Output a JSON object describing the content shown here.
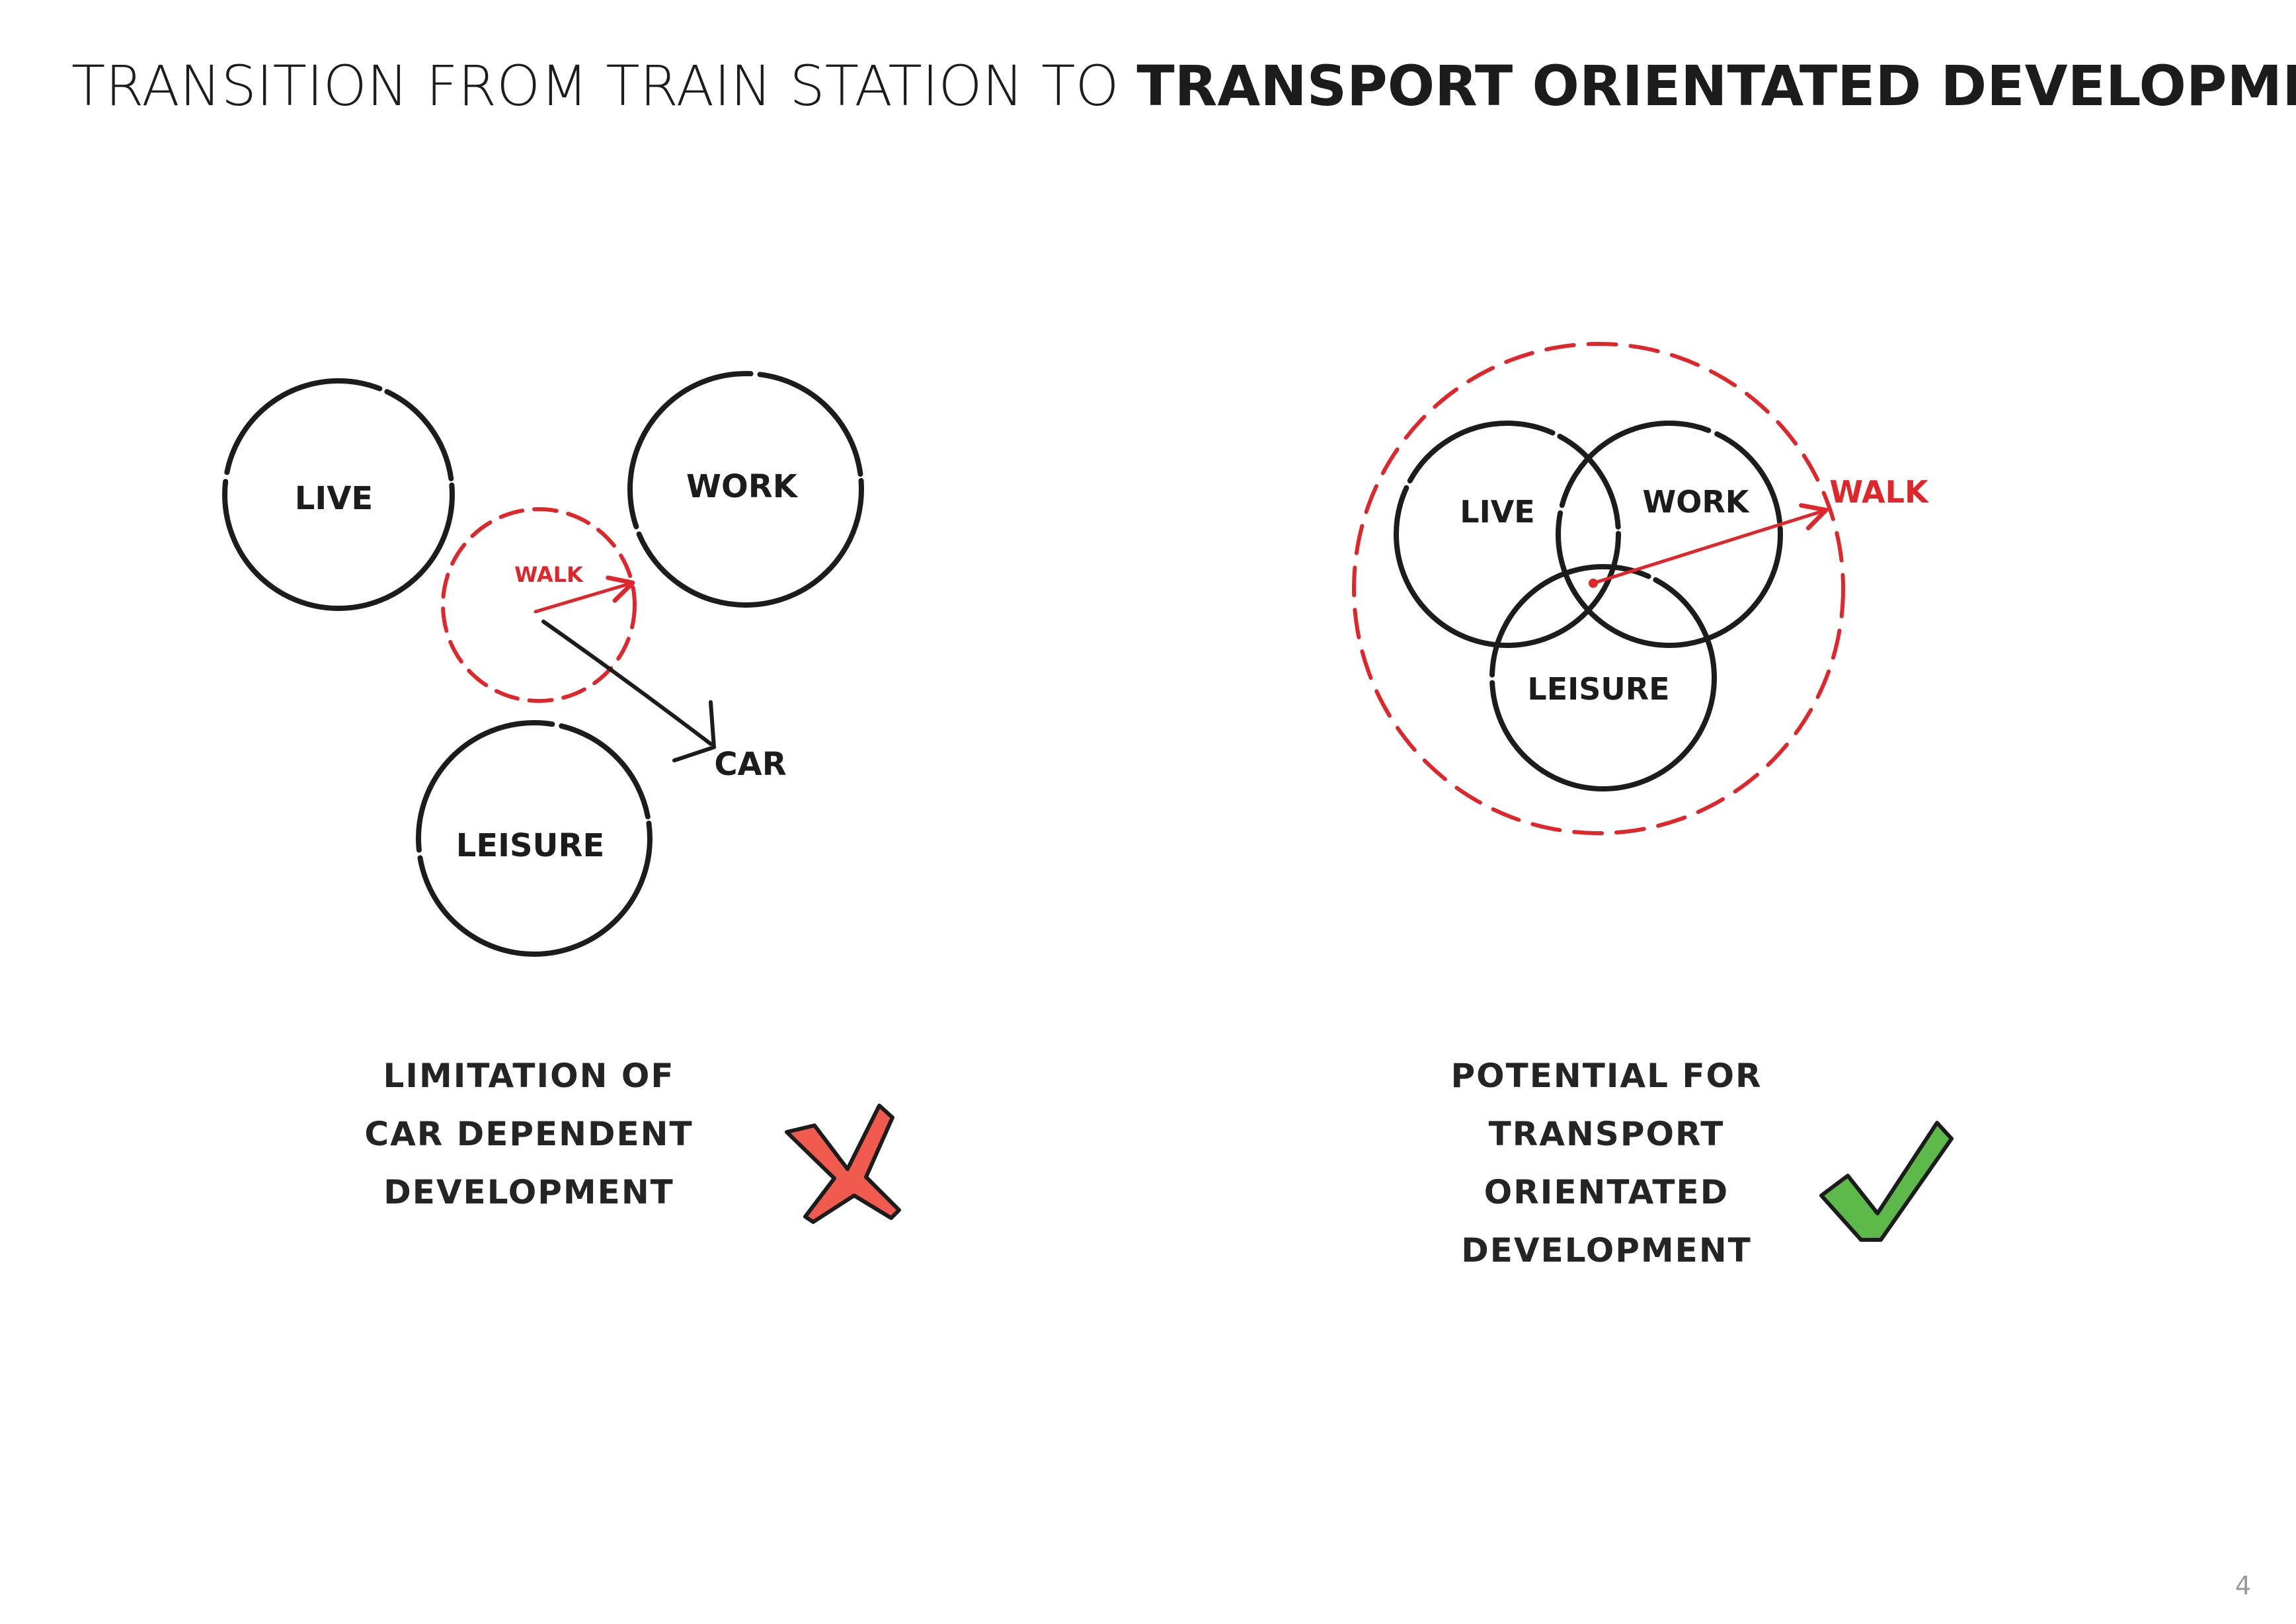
{
  "title": {
    "light": "TRANSITION FROM TRAIN STATION TO ",
    "bold": "TRANSPORT ORIENTATED DEVELOPMENT"
  },
  "left_diagram": {
    "live": "LIVE",
    "work": "WORK",
    "leisure": "LEISURE",
    "walk": "WALK",
    "car": "CAR"
  },
  "right_diagram": {
    "live": "LIVE",
    "work": "WORK",
    "leisure": "LEISURE",
    "walk": "WALK"
  },
  "captions": {
    "left": [
      "LIMITATION OF",
      "CAR DEPENDENT",
      "DEVELOPMENT"
    ],
    "right": [
      "POTENTIAL FOR",
      "TRANSPORT",
      "ORIENTATED",
      "DEVELOPMENT"
    ]
  },
  "colors": {
    "ink": "#1c1c1c",
    "walk_red": "#e0262a",
    "cross_fill": "#f15a4f",
    "check_fill": "#5db84a"
  },
  "icons": {
    "left": "cross-icon",
    "right": "check-icon"
  },
  "page_number": "4"
}
